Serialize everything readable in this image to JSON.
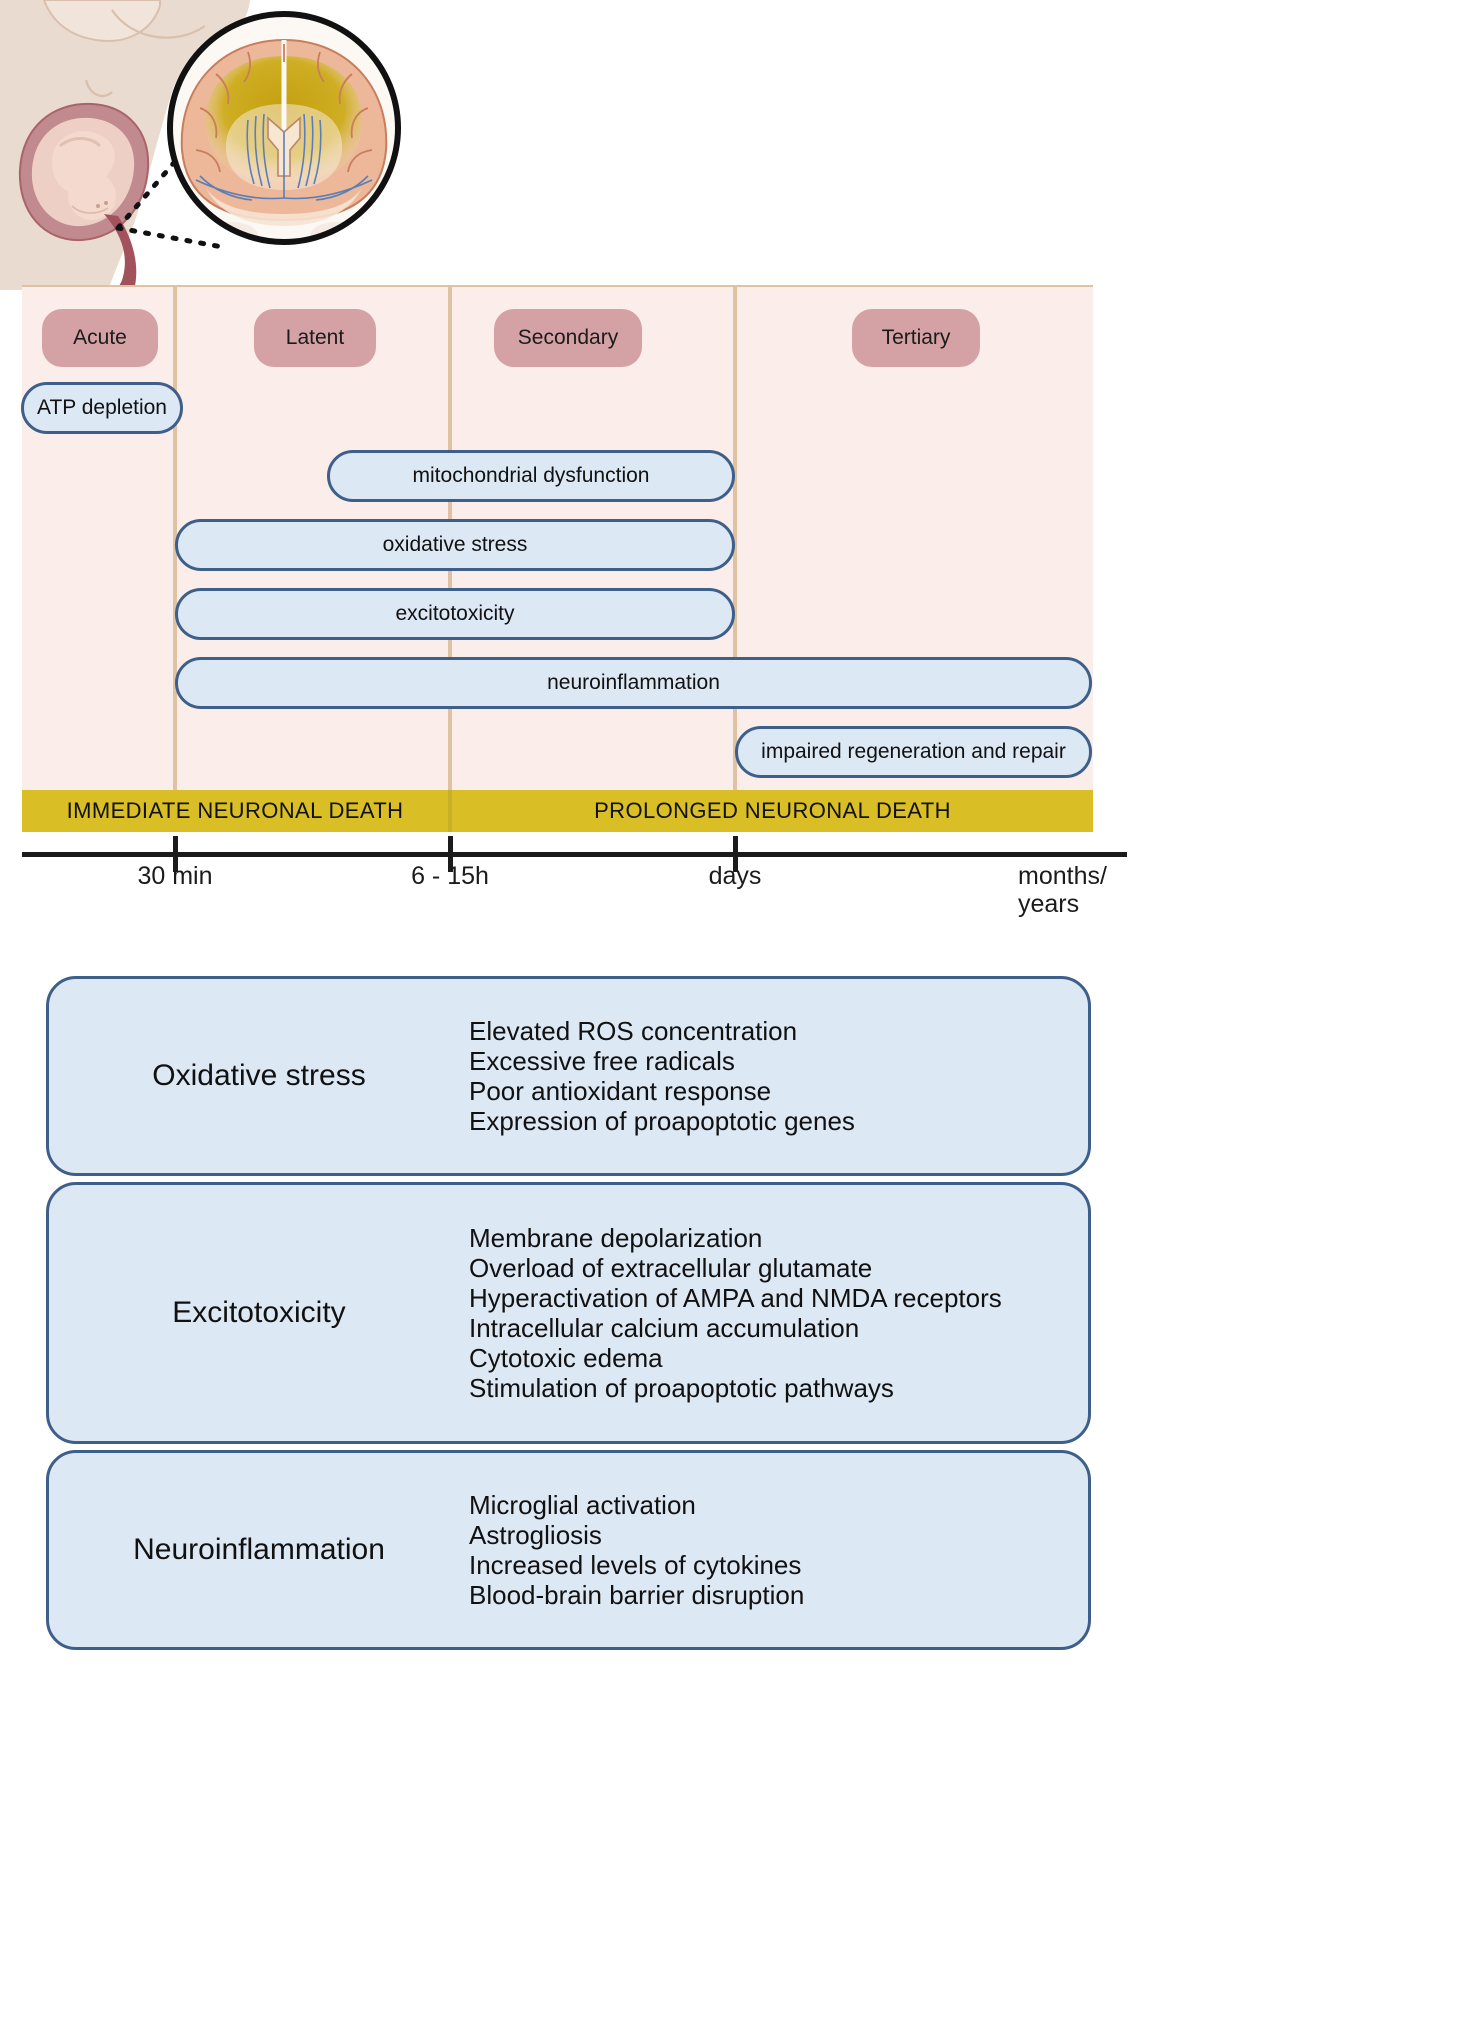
{
  "illustration": {
    "subject": "pregnant-woman-fetus-silhouette",
    "inset": "coronal-brain-section-magnifier",
    "connector": "dotted-leader-line",
    "colors": {
      "skin": "#eadbd0",
      "uterus": "#c08a8e",
      "brain_tissue": "#e7b79a",
      "white_matter_injury": "#c9a31a",
      "vessels": "#5b7fb5",
      "outline": "#111111"
    }
  },
  "timeline": {
    "phases": [
      {
        "label": "Acute"
      },
      {
        "label": "Latent"
      },
      {
        "label": "Secondary"
      },
      {
        "label": "Tertiary"
      }
    ],
    "mechanisms": [
      {
        "label": "ATP depletion"
      },
      {
        "label": "mitochondrial dysfunction"
      },
      {
        "label": "oxidative stress"
      },
      {
        "label": "excitotoxicity"
      },
      {
        "label": "neuroinflammation"
      },
      {
        "label": "impaired regeneration and repair"
      }
    ],
    "death_bands": [
      {
        "label": "IMMEDIATE NEURONAL DEATH"
      },
      {
        "label": "PROLONGED NEURONAL DEATH"
      }
    ],
    "axis_ticks": [
      {
        "label": "30 min"
      },
      {
        "label": "6 - 15h"
      },
      {
        "label": "days"
      },
      {
        "label": "months/\nyears"
      }
    ],
    "colors": {
      "panel_background": "#fbeeea",
      "column_divider": "#dfc1a4",
      "phase_pill": "#d4a2a4",
      "mechanism_fill": "#dde8f5",
      "mechanism_border": "#3d5f8a",
      "death_band": "#d9bf25",
      "axis": "#1b1b1b"
    }
  },
  "detail_panels": [
    {
      "title": "Oxidative stress",
      "items": [
        "Elevated ROS concentration",
        "Excessive free radicals",
        "Poor antioxidant response",
        "Expression of proapoptotic genes"
      ]
    },
    {
      "title": "Excitotoxicity",
      "items": [
        "Membrane depolarization",
        "Overload of extracellular glutamate",
        "Hyperactivation of AMPA and NMDA receptors",
        "Intracellular calcium accumulation",
        "Cytotoxic edema",
        "Stimulation of proapoptotic pathways"
      ]
    },
    {
      "title": "Neuroinflammation",
      "items": [
        "Microglial activation",
        "Astrogliosis",
        "Increased levels of cytokines",
        "Blood-brain barrier disruption"
      ]
    }
  ]
}
